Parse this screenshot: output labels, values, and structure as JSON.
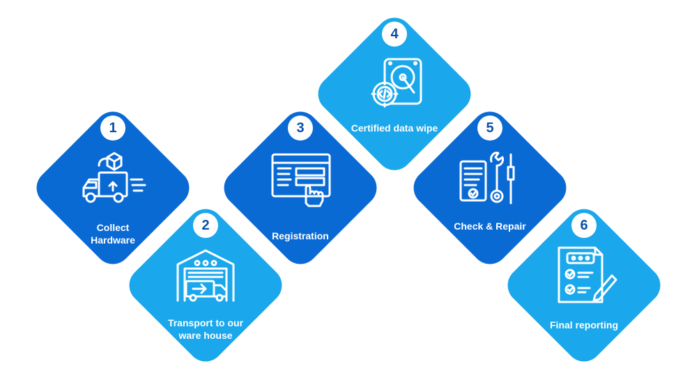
{
  "steps": [
    {
      "number": "1",
      "label": "Collect\nHardware",
      "icon": "delivery-truck-icon"
    },
    {
      "number": "2",
      "label": "Transport to our\nware house",
      "icon": "warehouse-truck-icon"
    },
    {
      "number": "3",
      "label": "Registration",
      "icon": "registration-form-icon"
    },
    {
      "number": "4",
      "label": "Certified data wipe",
      "icon": "hard-drive-wipe-icon"
    },
    {
      "number": "5",
      "label": "Check & Repair",
      "icon": "repair-tools-icon"
    },
    {
      "number": "6",
      "label": "Final reporting",
      "icon": "report-document-icon"
    }
  ],
  "colors": {
    "dark": "#0a6ad4",
    "light": "#1aa7ec",
    "badge_text": "#0a4fa8"
  }
}
